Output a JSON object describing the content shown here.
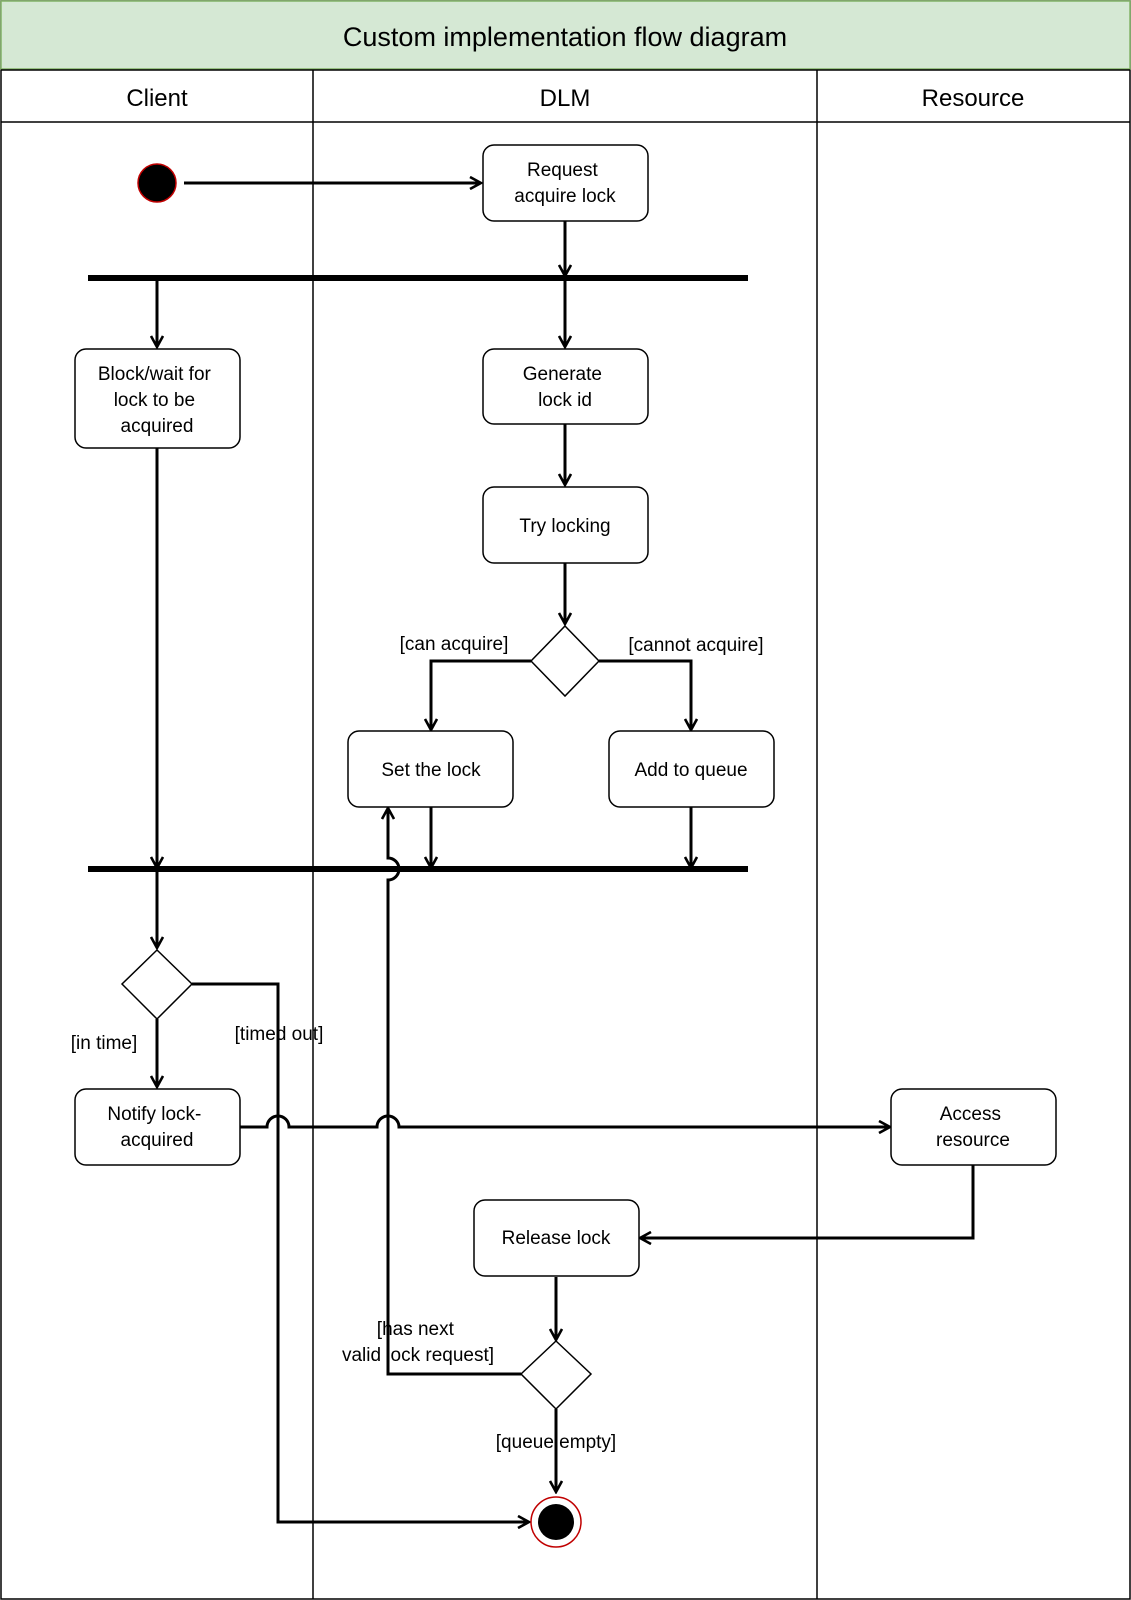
{
  "title": "Custom implementation flow diagram",
  "colors": {
    "title_bg": "#d5e8d4",
    "title_border": "#82b366",
    "start_stroke": "#c00000",
    "node_fill": "#ffffff",
    "line": "#000000"
  },
  "lanes": {
    "client": "Client",
    "dlm": "DLM",
    "resource": "Resource"
  },
  "nodes": {
    "request_acquire": [
      "Request",
      "acquire lock"
    ],
    "block_wait": [
      "Block/wait for",
      "lock to be",
      "acquired"
    ],
    "generate_id": [
      "Generate",
      "lock id"
    ],
    "try_locking": [
      "Try locking"
    ],
    "set_lock": [
      "Set the lock"
    ],
    "add_queue": [
      "Add to queue"
    ],
    "notify": [
      "Notify lock-",
      "acquired"
    ],
    "access": [
      "Access",
      "resource"
    ],
    "release": [
      "Release lock"
    ]
  },
  "guards": {
    "can_acquire": "[can acquire]",
    "cannot_acquire": "[cannot acquire]",
    "in_time": "[in time]",
    "timed_out": "[timed out]",
    "has_next": [
      "[has next",
      "valid lock request]"
    ],
    "queue_empty": "[queue empty]"
  }
}
